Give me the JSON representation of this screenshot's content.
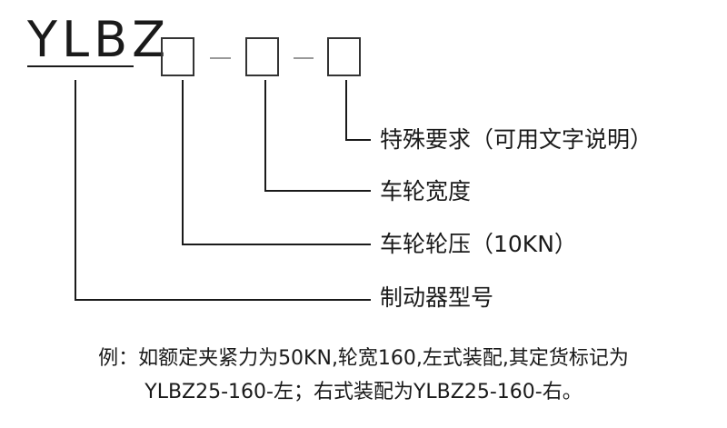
{
  "model_code": "YLBZ",
  "labels": {
    "special_requirements": "特殊要求（可用文字说明）",
    "wheel_width": "车轮宽度",
    "wheel_load": "车轮轮压（10KN）",
    "brake_model": "制动器型号"
  },
  "example": {
    "line1": "例：如额定夹紧力为50KN,轮宽160,左式装配,其定货标记为",
    "line2": "YLBZ25-160-左；右式装配为YLBZ25-160-右。"
  },
  "colors": {
    "ink": "#1a1a1a",
    "box_border": "#333333",
    "background": "#ffffff"
  }
}
